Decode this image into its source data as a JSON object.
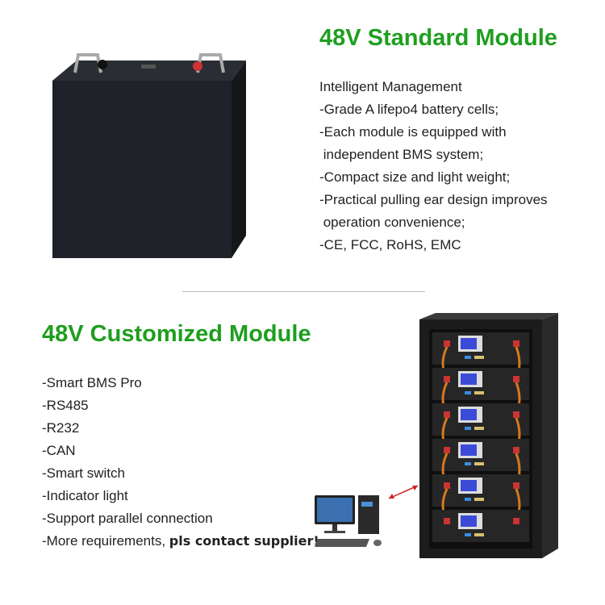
{
  "standard": {
    "title": "48V Standard Module",
    "lines": [
      "Intelligent Management",
      "-Grade A lifepo4 battery cells;",
      "-Each module is equipped with",
      " independent BMS system;",
      "-Compact size and light weight;",
      "-Practical pulling ear design improves",
      " operation convenience;",
      "-CE, FCC, RoHS, EMC"
    ]
  },
  "customized": {
    "title": "48V Customized Module",
    "lines": [
      "-Smart BMS Pro",
      "-RS485",
      "-R232",
      "-CAN",
      "-Smart switch",
      "-Indicator light",
      "-Support parallel connection"
    ],
    "last_line_prefix": "-More requirements, ",
    "last_line_emphasis": "pls contact supplier!"
  },
  "colors": {
    "accent": "#1f9e1f"
  }
}
